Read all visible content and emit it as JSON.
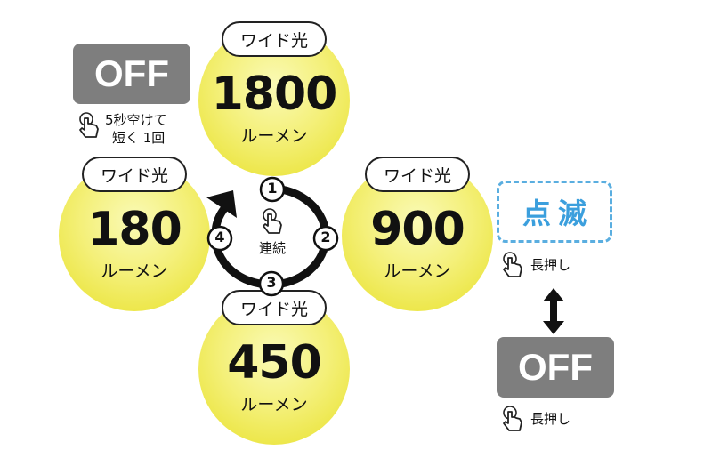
{
  "top_mode": {
    "badge": "ワイド光",
    "value": "1800",
    "unit": "ルーメン"
  },
  "right_mode": {
    "badge": "ワイド光",
    "value": "900",
    "unit": "ルーメン"
  },
  "bottom_mode": {
    "badge": "ワイド光",
    "value": "450",
    "unit": "ルーメン"
  },
  "left_mode": {
    "badge": "ワイド光",
    "value": "180",
    "unit": "ルーメン"
  },
  "off_top": {
    "label": "OFF",
    "note_line1": "5秒空けて",
    "note_line2": "短く 1回"
  },
  "cycle": {
    "steps": [
      "1",
      "2",
      "3",
      "4"
    ],
    "label": "連続"
  },
  "blink": {
    "label": "点滅",
    "note": "長押し"
  },
  "off_bottom": {
    "label": "OFF",
    "note": "長押し"
  },
  "icons": {
    "press": "hand-tap-icon",
    "cycle": "circular-arrow-icon",
    "updown": "double-arrow-icon"
  },
  "colors": {
    "glow": "#ece646",
    "off_bg": "#7e7e7e",
    "blink": "#3b9fdd",
    "badge_border": "#222222"
  }
}
